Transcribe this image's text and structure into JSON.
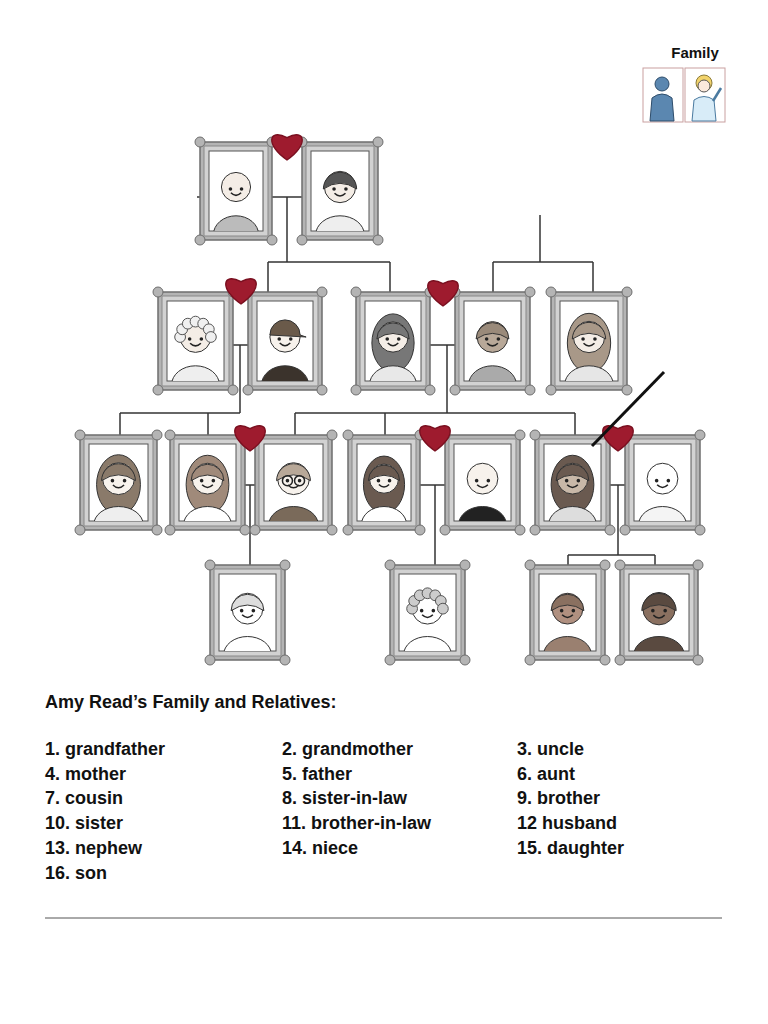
{
  "diagram": {
    "title": "Amy Read’s Family and Relatives:",
    "labels": [
      "Family",
      "1. grandfather",
      "2. grandmother",
      "3. uncle",
      "4. mother",
      "5. father",
      "6. aunt",
      "7. cousin",
      "8. sister-in-law",
      "9. brother",
      "10. sister",
      "11. brother-in-law",
      "12 husband",
      "13. nephew",
      "14. niece",
      "15. daughter",
      "16. son"
    ]
  }
}
